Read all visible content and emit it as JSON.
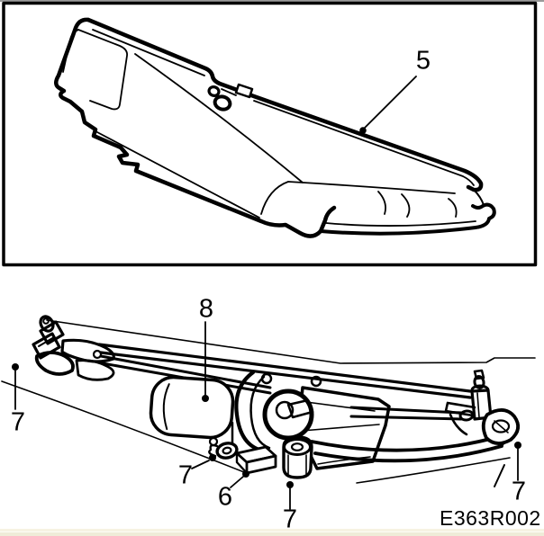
{
  "figure": {
    "code": "E363R002",
    "ink": "#000000"
  },
  "callouts": {
    "panel": "5",
    "motor": "8",
    "pivot_left": "7",
    "bolt_left": "7",
    "spacer": "6",
    "bolt_center": "7",
    "pivot_right": "7"
  },
  "chrome": {
    "top_edge_color": "#9a9a9a",
    "bottom_strip_color": "#f4f1de"
  }
}
